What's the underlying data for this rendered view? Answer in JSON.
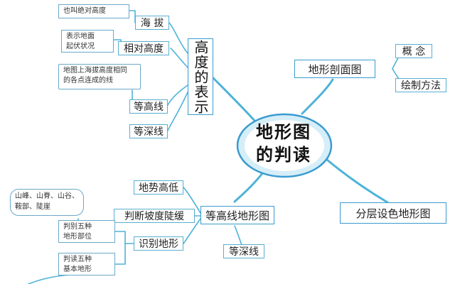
{
  "center": {
    "line1": "地形图",
    "line2": "的判读"
  },
  "height_branch": {
    "title": "高度的表示",
    "items": [
      "海 拔",
      "相对高度",
      "等高线",
      "等深线"
    ],
    "notes": {
      "altitude": "也叫绝对高度",
      "relative": [
        "表示地面",
        "起伏状况"
      ],
      "contour": [
        "地图上海拔高度相同",
        "的各点连成的线"
      ]
    }
  },
  "profile_branch": {
    "title": "地形剖面图",
    "items": [
      "概 念",
      "绘制方法"
    ]
  },
  "contour_map_branch": {
    "title": "等高线地形图",
    "items": [
      "地势高低",
      "判断坡度陡缓",
      "识别地形",
      "等深线"
    ],
    "sub_items": [
      [
        "判别五种",
        "地形部位"
      ],
      [
        "判读五种",
        "基本地形"
      ]
    ],
    "notes": {
      "parts": [
        "山峰、山脊、山谷、",
        "鞍部、陡崖"
      ]
    }
  },
  "layered_branch": {
    "title": "分层设色地形图"
  },
  "colors": {
    "line": "#4db3d8",
    "box_border": "#5aaed0",
    "center_border": "#3a9bd0"
  }
}
